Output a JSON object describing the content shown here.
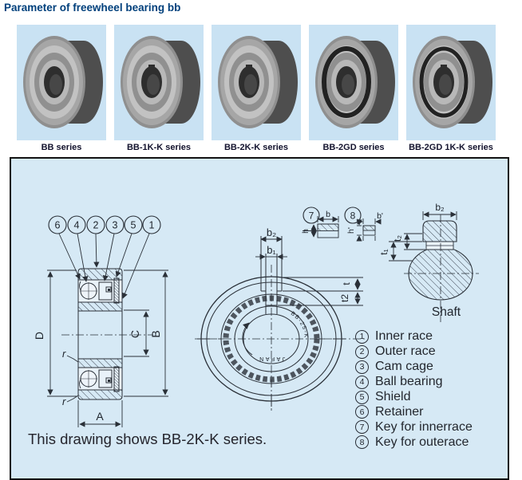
{
  "header": {
    "title": "Parameter of freewheel bearing bb"
  },
  "colors": {
    "title": "#01407c",
    "panel_bg": "#d6e9f5",
    "photo_bg": "#c9e2f3",
    "line": "#2a3038"
  },
  "products": [
    {
      "label": "BB series"
    },
    {
      "label": "BB-1K-K series"
    },
    {
      "label": "BB-2K-K series"
    },
    {
      "label": "BB-2GD series"
    },
    {
      "label": "BB-2GD 1K-K series"
    }
  ],
  "drawing": {
    "callouts": [
      "6",
      "4",
      "2",
      "3",
      "5",
      "1"
    ],
    "cross_section": {
      "D": "D",
      "C": "C",
      "B": "B",
      "A": "A",
      "r_top": "r",
      "r_bottom": "r"
    },
    "front_view": {
      "b2": "b₂",
      "b1": "b₁",
      "t": "t",
      "t2": "t2",
      "model_text": "BB-25-K",
      "origin_text": "JAPAN"
    },
    "details": {
      "d7": {
        "num": "7",
        "b": "b",
        "h": "h"
      },
      "d8": {
        "num": "8",
        "b": "b'",
        "h": "h'"
      }
    },
    "shaft_view": {
      "b2": "b₂",
      "t2": "t₂",
      "t1": "t₁",
      "label": "Shaft"
    },
    "caption": "This drawing shows BB-2K-K series."
  },
  "legend": [
    {
      "num": "1",
      "label": "Inner race"
    },
    {
      "num": "2",
      "label": "Outer race"
    },
    {
      "num": "3",
      "label": "Cam cage"
    },
    {
      "num": "4",
      "label": "Ball bearing"
    },
    {
      "num": "5",
      "label": "Shield"
    },
    {
      "num": "6",
      "label": "Retainer"
    },
    {
      "num": "7",
      "label": "Key for innerrace"
    },
    {
      "num": "8",
      "label": "Key for outerace"
    }
  ]
}
